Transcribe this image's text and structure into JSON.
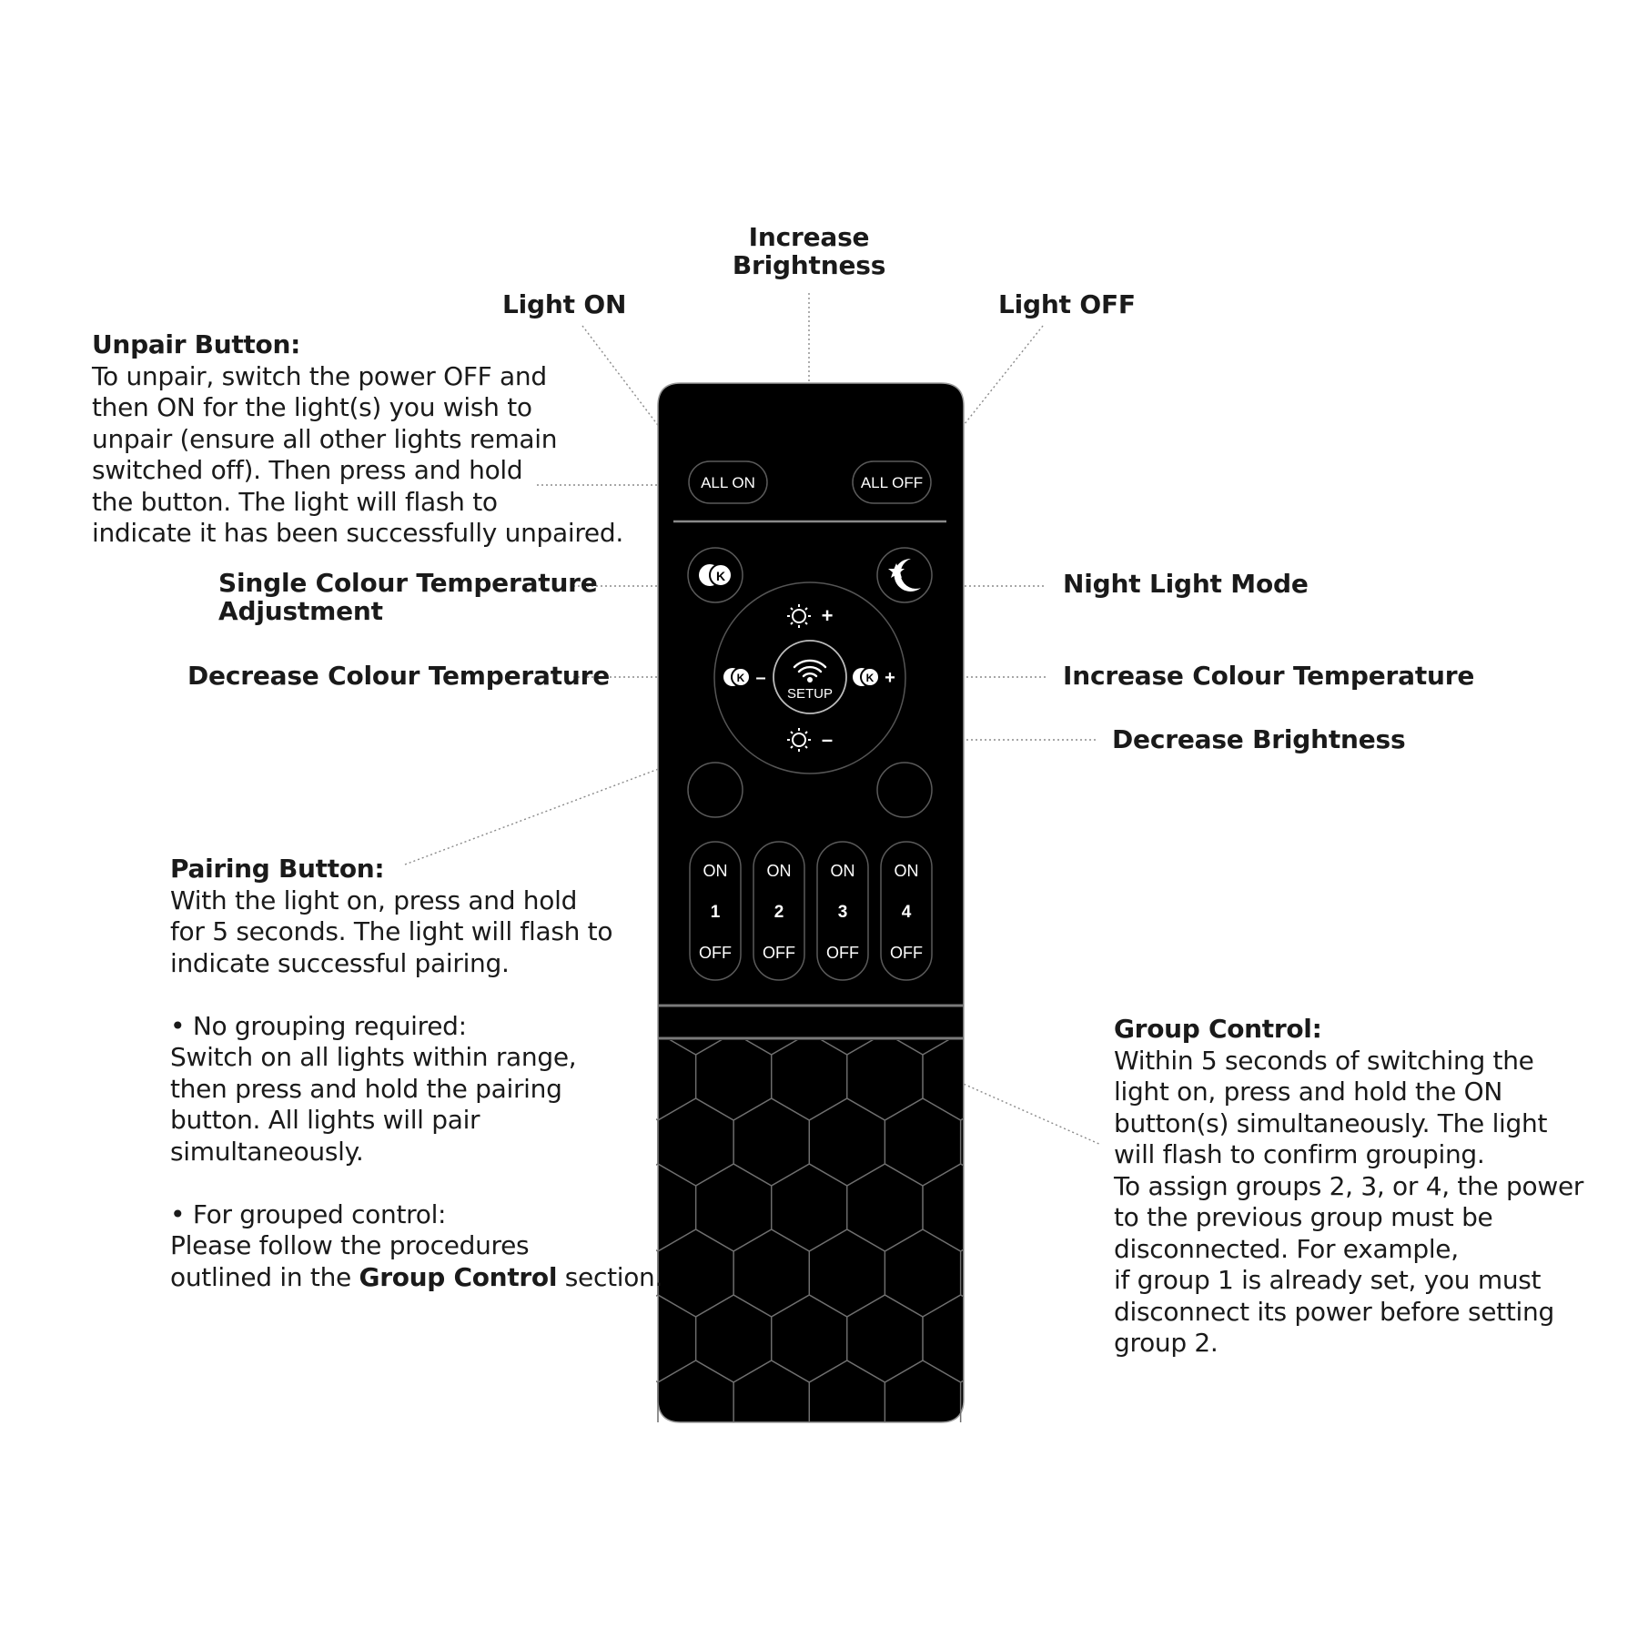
{
  "callouts": {
    "increase_brightness": [
      "Increase",
      "Brightness"
    ],
    "light_on": "Light ON",
    "light_off": "Light OFF",
    "single_colour_temp": [
      "Single Colour Temperature",
      "Adjustment"
    ],
    "night_light": "Night Light Mode",
    "decrease_colour_temp": "Decrease Colour Temperature",
    "increase_colour_temp": "Increase Colour Temperature",
    "decrease_brightness": "Decrease Brightness"
  },
  "unpair": {
    "title": "Unpair Button:",
    "lines": [
      "To unpair, switch the power OFF and",
      "then ON for the light(s) you wish to",
      "unpair (ensure all other lights remain",
      "switched off). Then press and hold",
      "the button. The light will flash to",
      "indicate it has been successfully unpaired."
    ]
  },
  "pairing": {
    "title": "Pairing Button:",
    "lines": [
      "With the light on, press and hold",
      "for 5 seconds. The light will flash to",
      "indicate successful pairing."
    ],
    "no_grouping_title": "• No grouping required:",
    "no_grouping_lines": [
      "Switch on all lights within range,",
      "then press and hold the pairing",
      "button. All lights will pair",
      "simultaneously."
    ],
    "grouped_title": "• For grouped control:",
    "grouped_line1": "Please follow the procedures",
    "grouped_line2_pre": "outlined in the ",
    "grouped_line2_bold": "Group Control",
    "grouped_line2_post": " section."
  },
  "group_control": {
    "title": "Group Control:",
    "lines": [
      "Within 5 seconds of switching the",
      "light on, press and hold the ON",
      "button(s) simultaneously. The light",
      "will flash to confirm grouping.",
      "To assign groups 2, 3, or 4, the power",
      "to the previous group must be",
      "disconnected. For example,",
      "if group 1 is already set, you must",
      "disconnect its power before setting",
      "group 2."
    ]
  },
  "remote": {
    "all_on": "ALL ON",
    "all_off": "ALL OFF",
    "setup": "SETUP",
    "temp_icon_letter": "K",
    "plus": "+",
    "minus": "–",
    "groups": [
      {
        "on": "ON",
        "num": "1",
        "off": "OFF"
      },
      {
        "on": "ON",
        "num": "2",
        "off": "OFF"
      },
      {
        "on": "ON",
        "num": "3",
        "off": "OFF"
      },
      {
        "on": "ON",
        "num": "4",
        "off": "OFF"
      }
    ],
    "colors": {
      "body": "#000000",
      "line": "#6e6e6e",
      "text": "#ffffff"
    }
  }
}
